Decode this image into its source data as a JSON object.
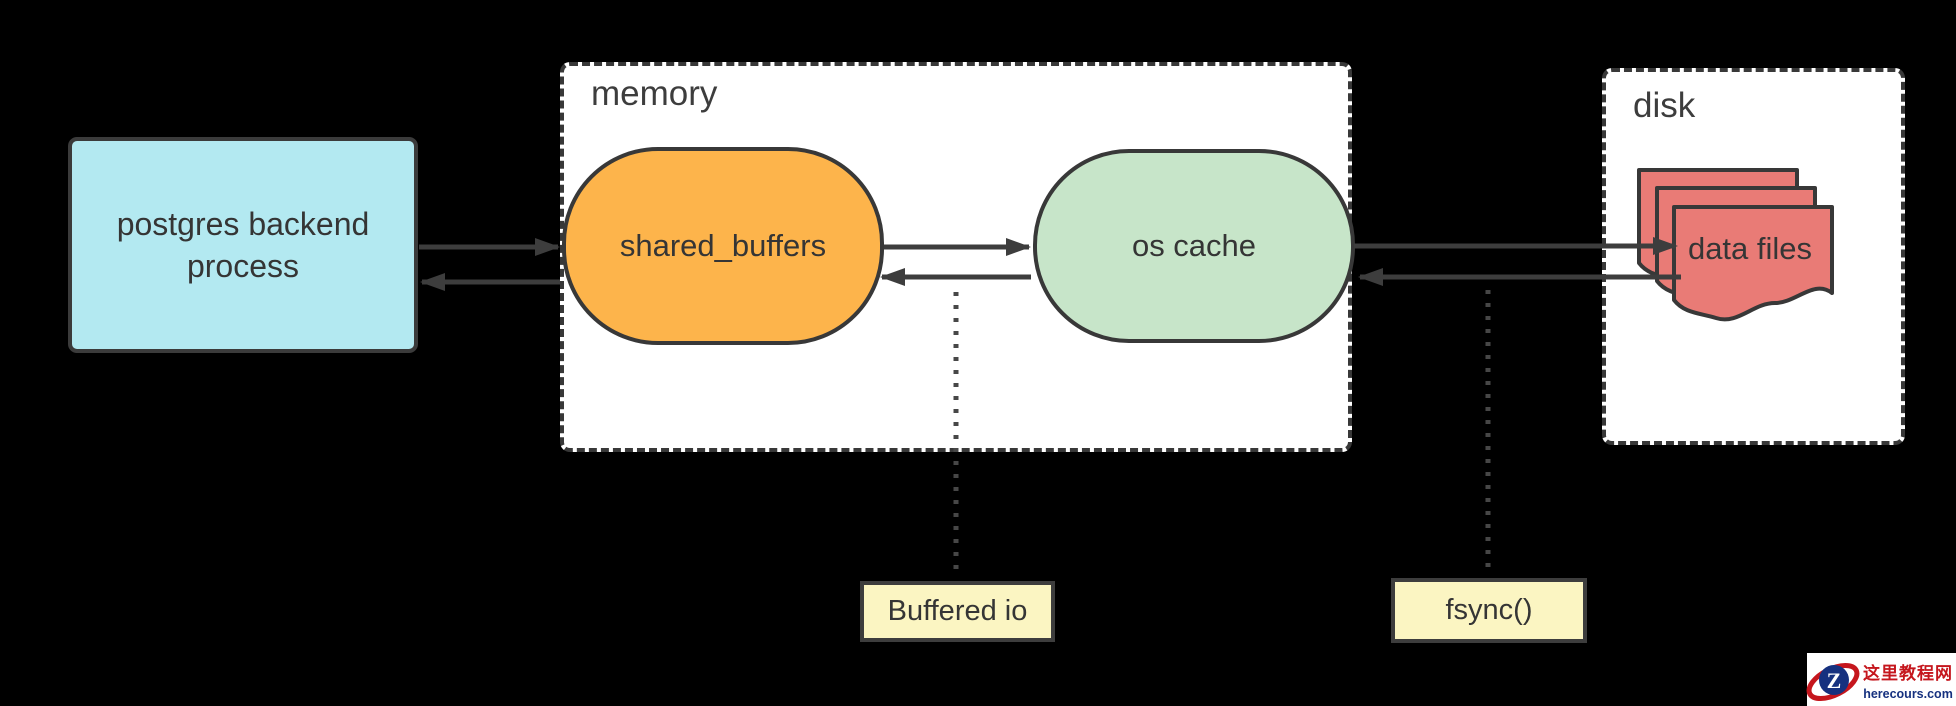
{
  "diagram": {
    "background": "#000000",
    "line_color": "#3d3d3d",
    "nodes": {
      "backend_process": {
        "label": "postgres backend process",
        "fill": "#b3e9f1"
      },
      "memory_container": {
        "label": "memory",
        "fill": "#ffffff"
      },
      "shared_buffers": {
        "label": "shared_buffers",
        "fill": "#fdb44b"
      },
      "os_cache": {
        "label": "os cache",
        "fill": "#c7e5c9"
      },
      "disk_container": {
        "label": "disk",
        "fill": "#ffffff"
      },
      "data_files": {
        "label": "data files",
        "fill": "#e97b76"
      }
    },
    "annotations": {
      "buffered_io": {
        "label": "Buffered io",
        "fill": "#fbf5c2"
      },
      "fsync": {
        "label": "fsync()",
        "fill": "#fbf5c2"
      }
    }
  },
  "watermark": {
    "logo_letter": "Z",
    "site_name": "这里教程网",
    "site_domain": "herecours.com",
    "red": "#c5161d",
    "navy": "#16317f"
  }
}
